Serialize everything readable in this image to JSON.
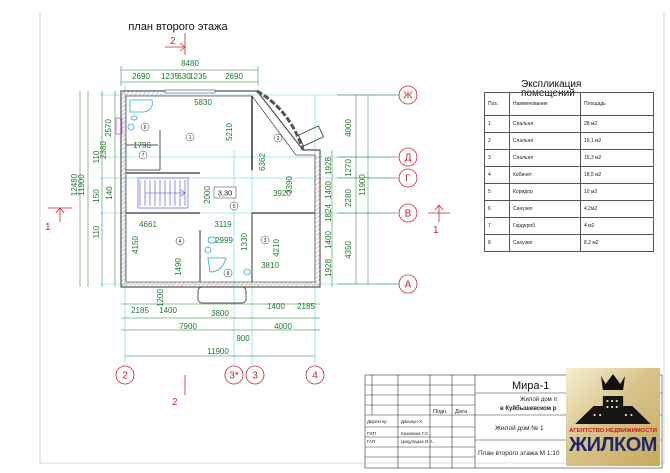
{
  "plan": {
    "title": "план второго этажа",
    "section_marks": {
      "top": "2",
      "bottom": "2",
      "left": "1",
      "right": "1"
    },
    "axes_horizontal": [
      "Ж",
      "Д",
      "Г",
      "В",
      "А"
    ],
    "axes_vertical": [
      "2",
      "3*",
      "3",
      "4"
    ],
    "rooms": [
      "1",
      "2",
      "3",
      "4",
      "5",
      "6",
      "7",
      "8"
    ],
    "level_mark": "3,30",
    "dims": [
      "8480",
      "2690",
      "1235",
      "630",
      "1235",
      "2690",
      "5830",
      "5210",
      "1790",
      "6362",
      "2000",
      "3920",
      "3390",
      "4661",
      "3119",
      "2999",
      "1330",
      "4210",
      "3810",
      "1490",
      "4150",
      "1200",
      "2185",
      "1400",
      "3800",
      "1400",
      "2185",
      "7900",
      "4000",
      "900",
      "11900",
      "12480",
      "11900",
      "2570",
      "2380",
      "110",
      "150",
      "140",
      "110",
      "4000",
      "1270",
      "2280",
      "4350",
      "11900",
      "1928",
      "1400",
      "1824",
      "1400",
      "1928"
    ]
  },
  "explication": {
    "title_line1": "Экспликация",
    "title_line2": "помещений",
    "headers": [
      "Поз.",
      "Наименование",
      "Площадь"
    ],
    "rows": [
      [
        "1",
        "Спальня",
        "28 м2"
      ],
      [
        "2",
        "Спальня",
        "19,1 м2"
      ],
      [
        "3",
        "Спальня",
        "15,3 м2"
      ],
      [
        "4",
        "Кабинет",
        "18,5 м2"
      ],
      [
        "5",
        "Коридор",
        "10 м2"
      ],
      [
        "6",
        "Санузел",
        "4,2м2"
      ],
      [
        "7",
        "Гардероб",
        "4 м2"
      ],
      [
        "8",
        "Санузел",
        "8,2 м2"
      ]
    ]
  },
  "title_block": {
    "project": "Мира-1",
    "object_line1": "Жилой дом п",
    "object_line2": "в Куйбышевском р",
    "building": "Жилой дом № 1",
    "sheet": "План второго этажа М 1:10",
    "sign_label": "Подп.",
    "date_label": "Дата",
    "people": [
      [
        "Директор",
        "Джошун Х."
      ],
      [
        "ГИП",
        "Казанина Г.С."
      ],
      [
        "ГАП",
        "Цицупадзе И.А."
      ]
    ]
  },
  "logo": {
    "agency": "АГЕНТСТВО НЕДВИЖИМОСТИ",
    "brand": "ЖИЛКОМ"
  },
  "colors": {
    "dim": "#1e7a2c",
    "axis": "#c0282d",
    "grid": "#5fd3df",
    "wall": "#555555",
    "hatch": "#c98f8f",
    "fixture": "#2aa6c9"
  }
}
